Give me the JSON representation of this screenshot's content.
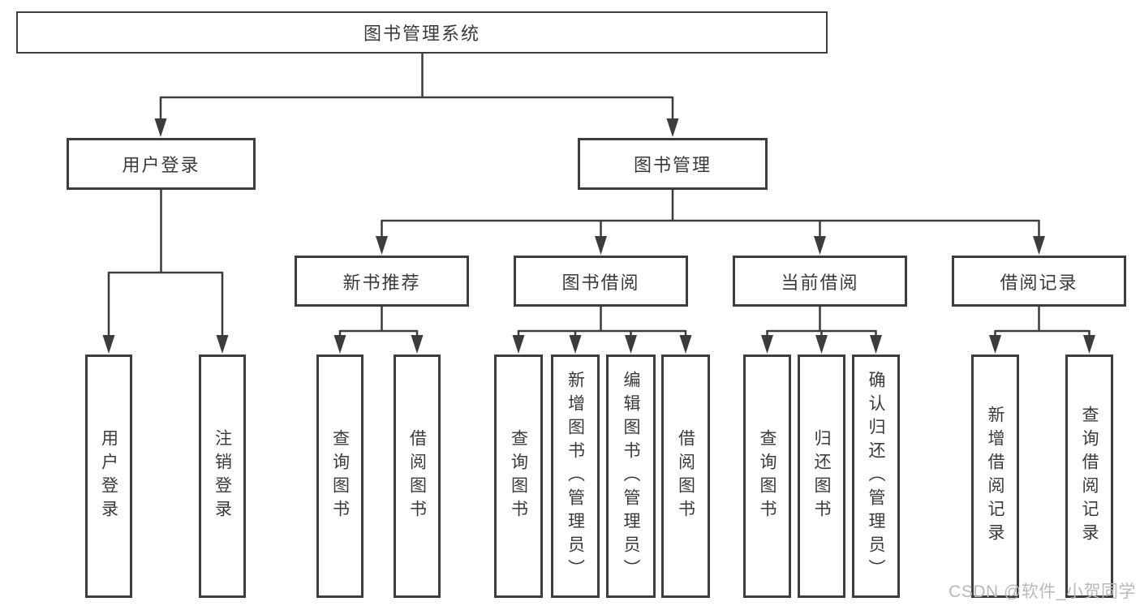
{
  "diagram": {
    "root": "图书管理系统",
    "level2": [
      "用户登录",
      "图书管理"
    ],
    "level3": [
      "新书推荐",
      "图书借阅",
      "当前借阅",
      "借阅记录"
    ],
    "leaves": {
      "userLogin": [
        "用户登录",
        "注销登录"
      ],
      "newBooks": [
        "查询图书",
        "借阅图书"
      ],
      "bookBorrow": [
        "查询图书",
        "新增图书（管理员）",
        "编辑图书（管理员）",
        "借阅图书"
      ],
      "currentBorrow": [
        "查询图书",
        "归还图书",
        "确认归还（管理员）"
      ],
      "borrowRecords": [
        "新增借阅记录",
        "查询借阅记录"
      ]
    }
  },
  "watermark": "CSDN @软件_小贺同学",
  "colors": {
    "line": "#3c3c3c",
    "border": "#3d3d3d",
    "text": "#3a3a3a",
    "background": "#ffffff",
    "watermark": "#b9b9b9"
  }
}
